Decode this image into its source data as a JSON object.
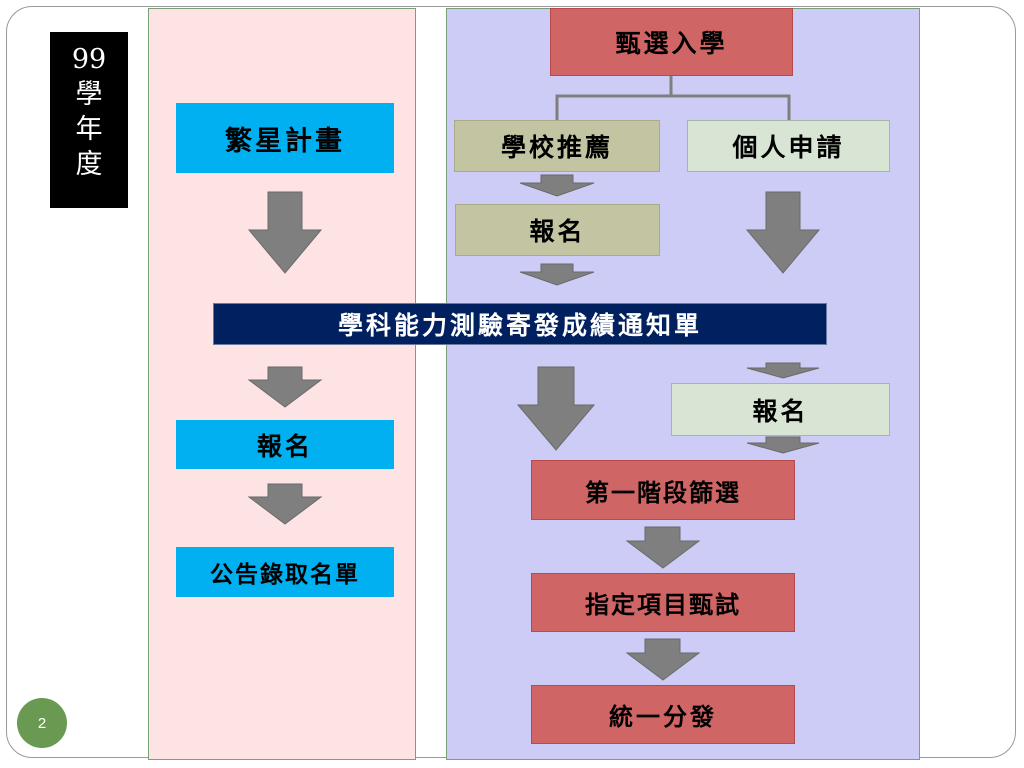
{
  "year": {
    "number": "99",
    "chars": [
      "學",
      "年",
      "度"
    ]
  },
  "page_number": "2",
  "left_column": {
    "title": "繁星計畫",
    "register": "報名",
    "announce": "公告錄取名單"
  },
  "shared": {
    "score_notice": "學科能力測驗寄發成績通知單"
  },
  "right_column": {
    "title": "甄選入學",
    "school_recommend": "學校推薦",
    "personal_apply": "個人申請",
    "register_school": "報名",
    "register_personal": "報名",
    "stage_one": "第一階段篩選",
    "designated_exam": "指定項目甄試",
    "unified_distribution": "統一分發"
  },
  "colors": {
    "blue_box": "#00b0f0",
    "red_box": "#d06565",
    "navy_box": "#002060",
    "olive_box": "#c2c4a2",
    "sage_box": "#d8e4d4",
    "left_panel": "#fde3e3",
    "right_panel": "#ccccf7",
    "arrow": "#7f7f7f"
  }
}
